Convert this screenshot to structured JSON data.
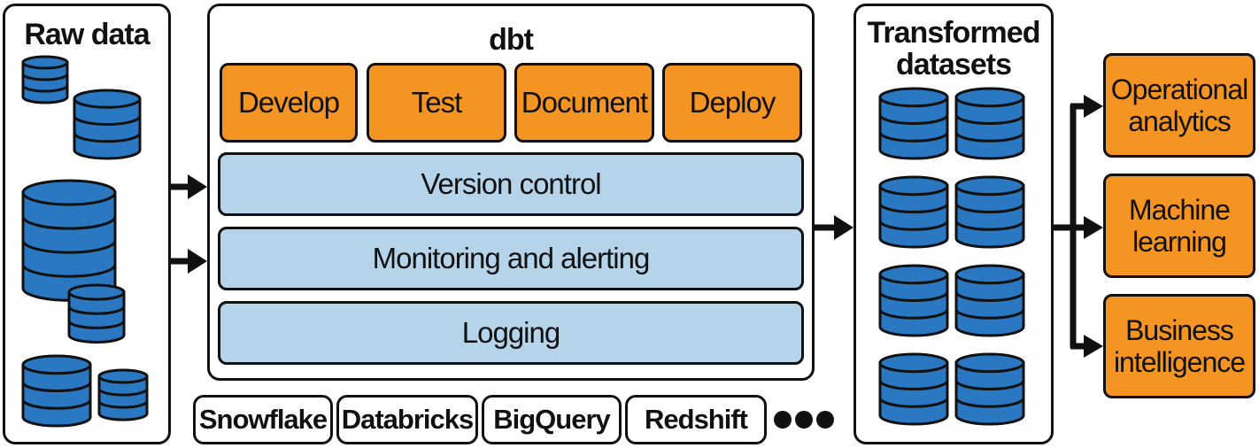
{
  "raw_data": {
    "title": "Raw data"
  },
  "dbt": {
    "title": "dbt",
    "steps": [
      "Develop",
      "Test",
      "Document",
      "Deploy"
    ],
    "layers": [
      "Version control",
      "Monitoring and alerting",
      "Logging"
    ]
  },
  "platforms": [
    "Snowflake",
    "Databricks",
    "BigQuery",
    "Redshift"
  ],
  "transformed": {
    "title_line1": "Transformed",
    "title_line2": "datasets"
  },
  "outputs": [
    {
      "line1": "Operational",
      "line2": "analytics"
    },
    {
      "line1": "Machine",
      "line2": "learning"
    },
    {
      "line1": "Business",
      "line2": "intelligence"
    }
  ],
  "colors": {
    "orange": "#f39423",
    "light_blue": "#b5d4ea",
    "db_blue": "#2a78c2",
    "outline": "#111111"
  },
  "icons": {
    "database": "database-icon",
    "arrow": "arrow-right-icon",
    "more": "more-dots-icon"
  }
}
